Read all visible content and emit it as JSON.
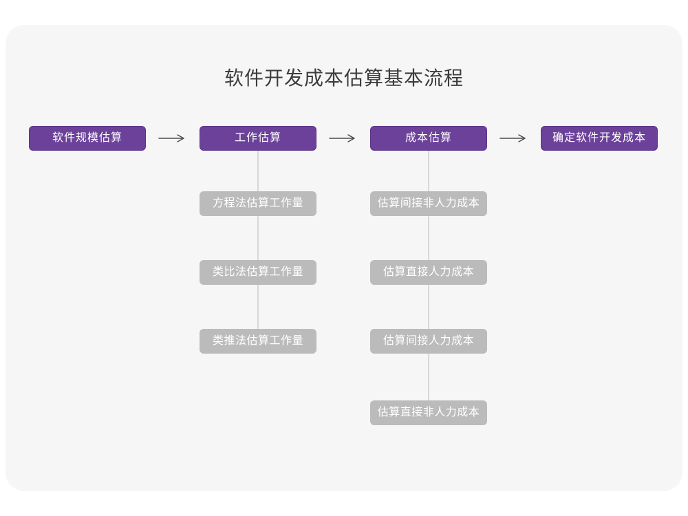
{
  "title": "软件开发成本估算基本流程",
  "flow": {
    "stages": [
      {
        "label": "软件规模估算",
        "children": []
      },
      {
        "label": "工作估算",
        "children": [
          {
            "label": "方程法估算工作量"
          },
          {
            "label": "类比法估算工作量"
          },
          {
            "label": "类推法估算工作量"
          }
        ]
      },
      {
        "label": "成本估算",
        "children": [
          {
            "label": "估算间接非人力成本"
          },
          {
            "label": "估算直接人力成本"
          },
          {
            "label": "估算间接人力成本"
          },
          {
            "label": "估算直接非人力成本"
          }
        ]
      },
      {
        "label": "确定软件开发成本",
        "children": []
      }
    ]
  },
  "colors": {
    "stage_fill": "#6B4199",
    "stage_border": "#5A3287",
    "stage_text": "#FFFFFF",
    "sub_fill": "#BBBBBB",
    "sub_text": "#FFFFFF",
    "canvas": "#F6F6F6",
    "page": "#FFFFFF",
    "arrow": "#4A4A4A",
    "connector_line": "#D8D8D8",
    "title_text": "#3C3C3C"
  }
}
